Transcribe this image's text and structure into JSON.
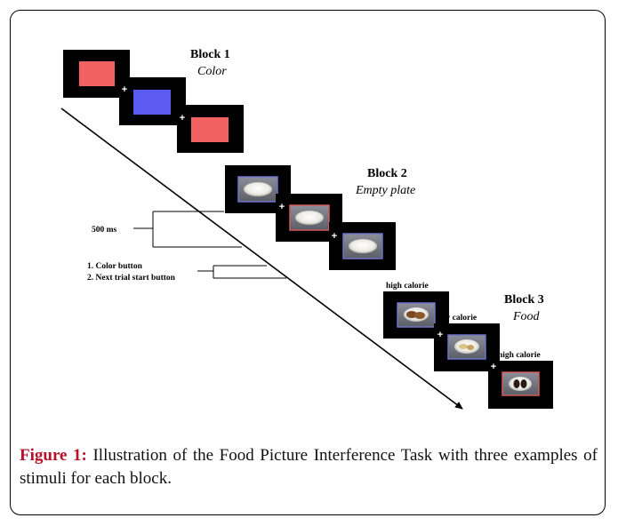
{
  "blocks": [
    {
      "title": "Block 1",
      "subtitle": "Color"
    },
    {
      "title": "Block 2",
      "subtitle": "Empty plate"
    },
    {
      "title": "Block 3",
      "subtitle": "Food"
    }
  ],
  "annotations": {
    "timing": "500 ms",
    "response_line1": "1. Color button",
    "response_line2": "2. Next trial start button"
  },
  "food_labels": [
    "high calorie",
    "low calorie",
    "high calorie"
  ],
  "fixation": "+",
  "caption": {
    "label": "Figure 1:",
    "text": " Illustration of the Food Picture Interference Task with three examples of stimuli for each block."
  },
  "colors": {
    "red_stimulus": "#f26161",
    "blue_stimulus": "#5b5bf2",
    "blue_border": "#6e74c9",
    "red_border": "#d45a5a",
    "caption_label": "#b5122a"
  }
}
